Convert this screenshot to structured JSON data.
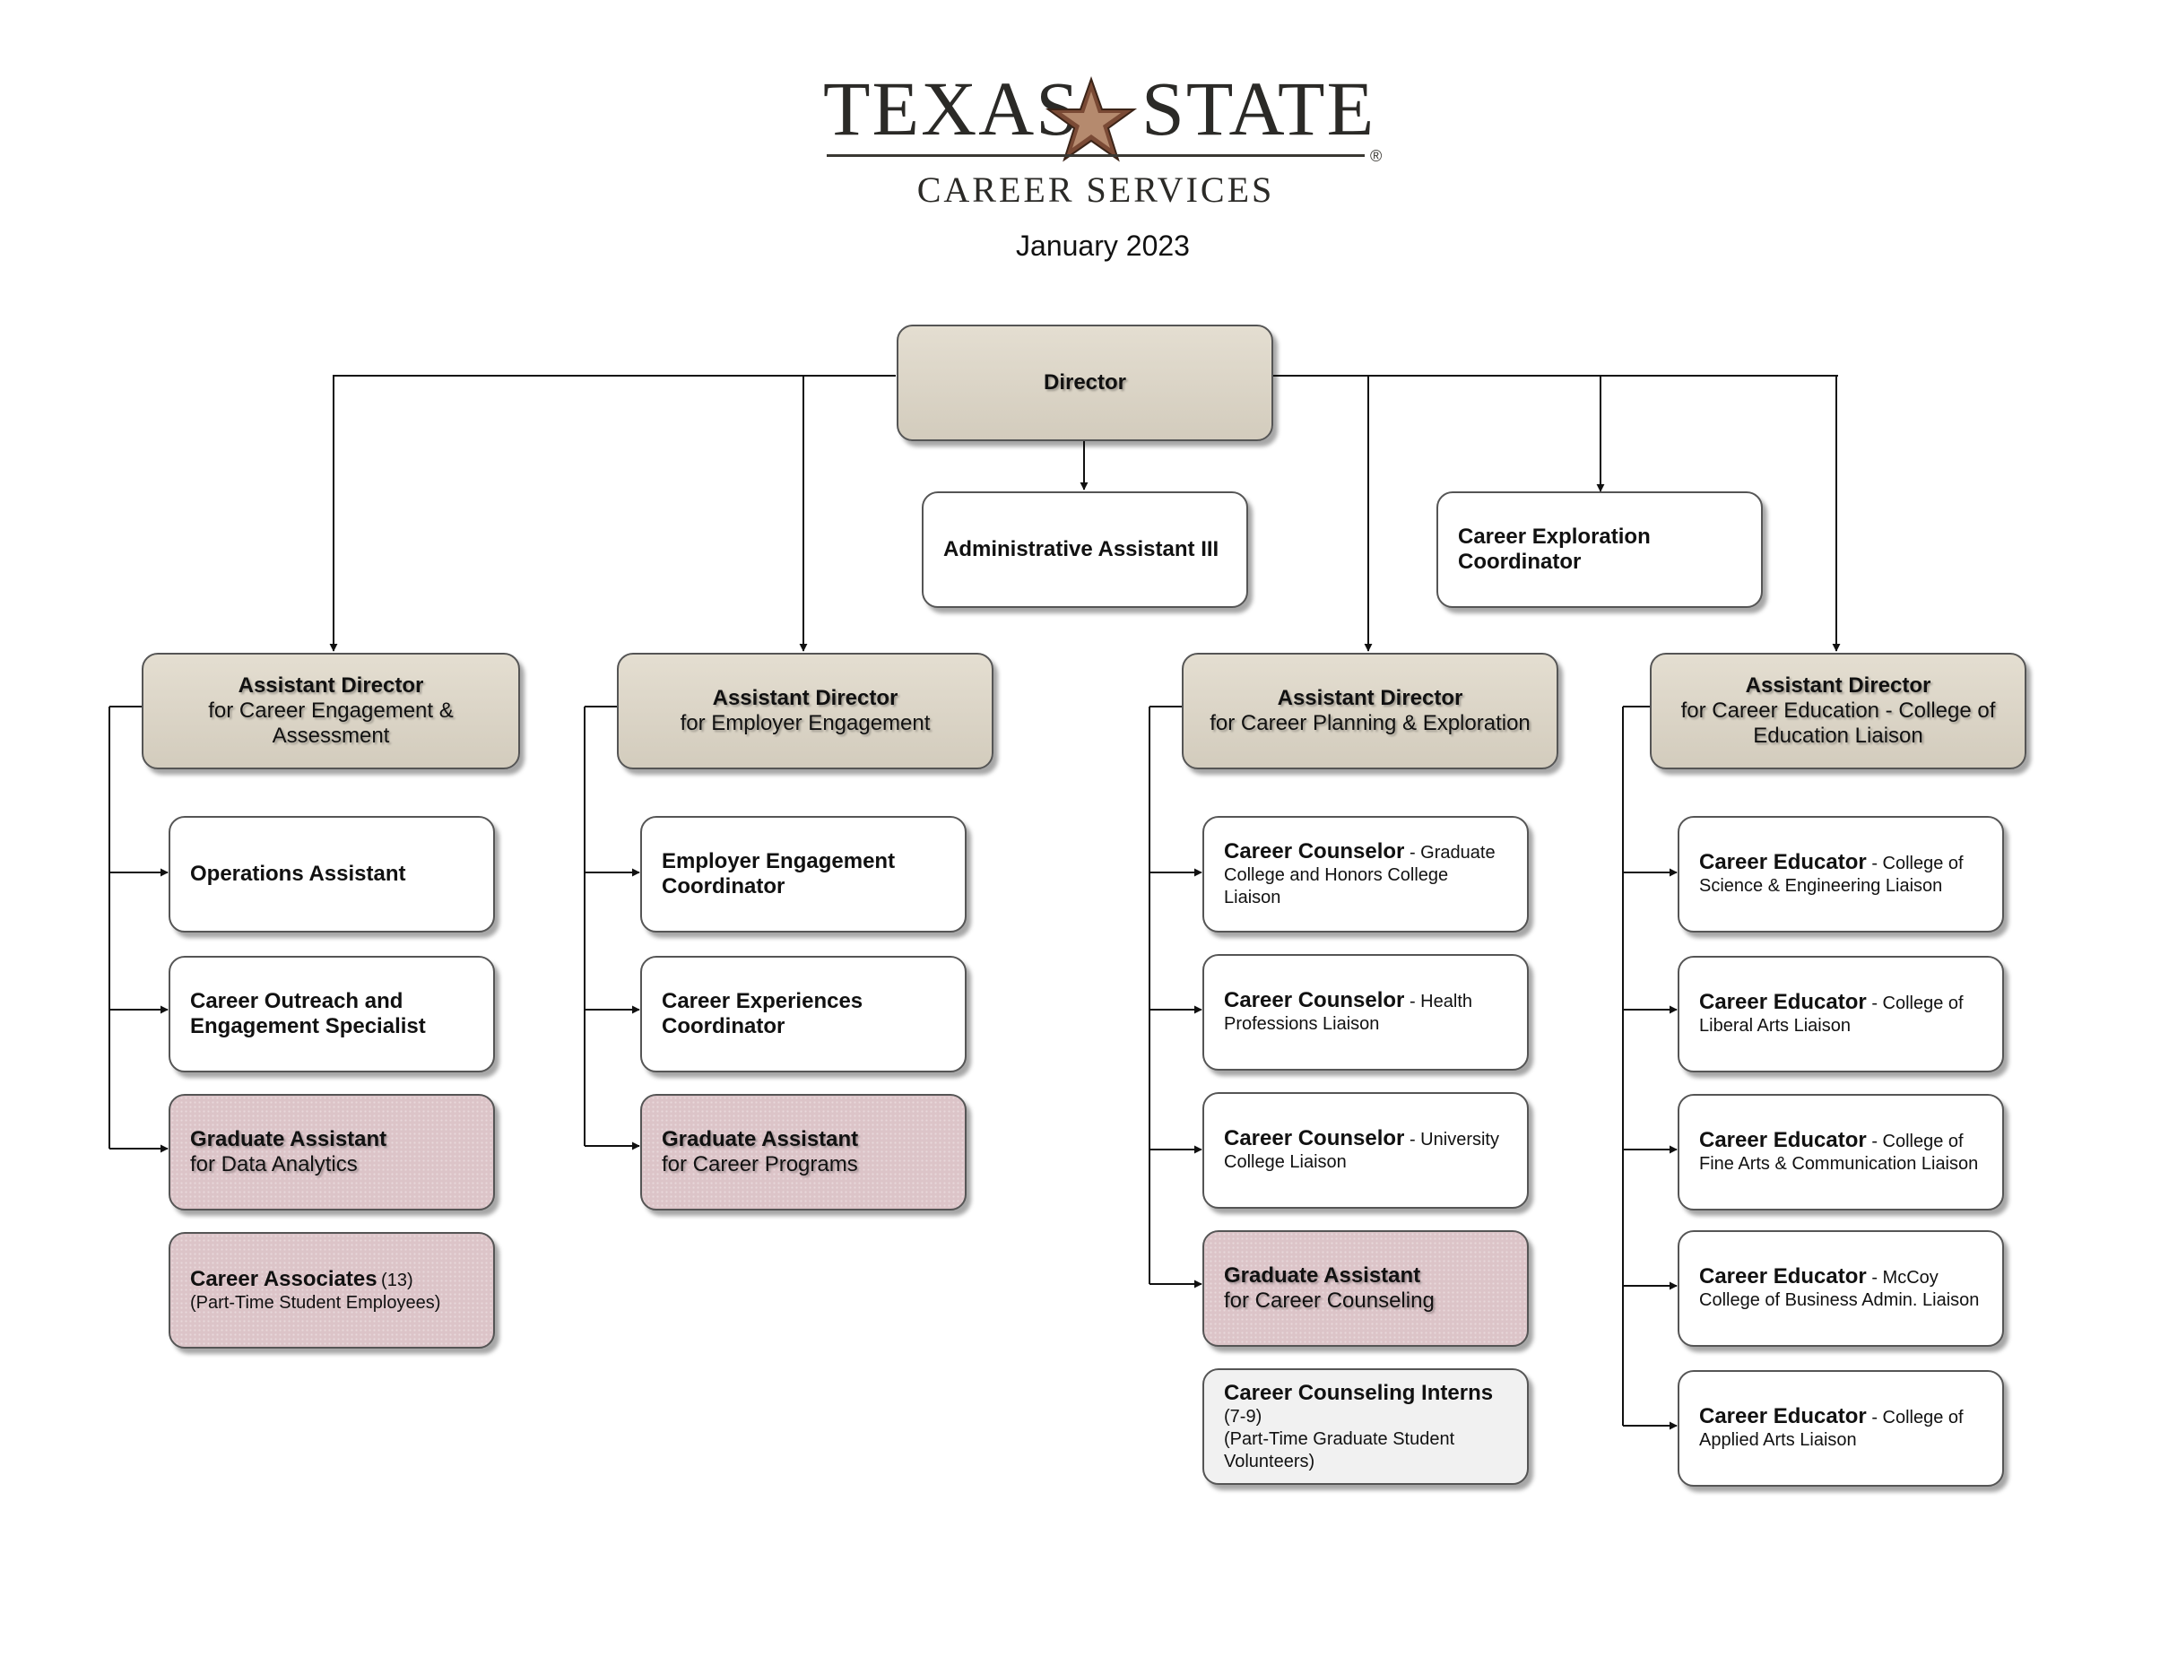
{
  "logo": {
    "left_word": "TEXAS",
    "right_word": "STATE",
    "subtitle": "CAREER SERVICES",
    "registered_mark": "®"
  },
  "date": "January 2023",
  "director": {
    "title": "Director"
  },
  "admin_assistant": {
    "title": "Administrative Assistant III"
  },
  "exploration_coordinator": {
    "title": "Career Exploration Coordinator"
  },
  "branches": [
    {
      "title": "Assistant Director",
      "subtitle": "for Career Engagement & Assessment",
      "staff": [
        {
          "title": "Operations Assistant"
        },
        {
          "title": "Career Outreach and Engagement Specialist"
        },
        {
          "title": "Graduate Assistant",
          "subtitle": "for Data Analytics"
        },
        {
          "title": "Career Associates",
          "count": "(13)",
          "note": "(Part-Time Student Employees)"
        }
      ]
    },
    {
      "title": "Assistant Director",
      "subtitle": "for Employer Engagement",
      "staff": [
        {
          "title": "Employer Engagement Coordinator"
        },
        {
          "title": "Career Experiences Coordinator"
        },
        {
          "title": "Graduate Assistant",
          "subtitle": "for Career Programs"
        }
      ]
    },
    {
      "title": "Assistant Director",
      "subtitle": "for Career Planning & Exploration",
      "staff": [
        {
          "title": "Career Counselor",
          "detail": "- Graduate College and Honors College Liaison"
        },
        {
          "title": "Career Counselor",
          "detail": "- Health Professions Liaison"
        },
        {
          "title": "Career Counselor",
          "detail": "- University College Liaison"
        },
        {
          "title": "Graduate Assistant",
          "subtitle": "for Career Counseling"
        },
        {
          "title": "Career Counseling Interns",
          "count": "(7-9)",
          "note": "(Part-Time Graduate Student Volunteers)"
        }
      ]
    },
    {
      "title": "Assistant Director",
      "subtitle": "for Career Education - College of Education Liaison",
      "staff": [
        {
          "title": "Career Educator",
          "detail": "- College of Science & Engineering Liaison"
        },
        {
          "title": "Career Educator",
          "detail": "- College of Liberal Arts Liaison"
        },
        {
          "title": "Career Educator",
          "detail": "- College of Fine Arts & Communication Liaison"
        },
        {
          "title": "Career Educator",
          "detail": "- McCoy College of Business Admin. Liaison"
        },
        {
          "title": "Career Educator",
          "detail": "- College of Applied Arts Liaison"
        }
      ]
    }
  ],
  "colors": {
    "manager_fill": "#d8d2c4",
    "graduate_fill": "#dcc4c8",
    "intern_fill": "#f1f1f1",
    "staff_fill": "#ffffff",
    "star": "#7a4a35"
  },
  "icons": {
    "logo_star": "texas-star-icon"
  }
}
